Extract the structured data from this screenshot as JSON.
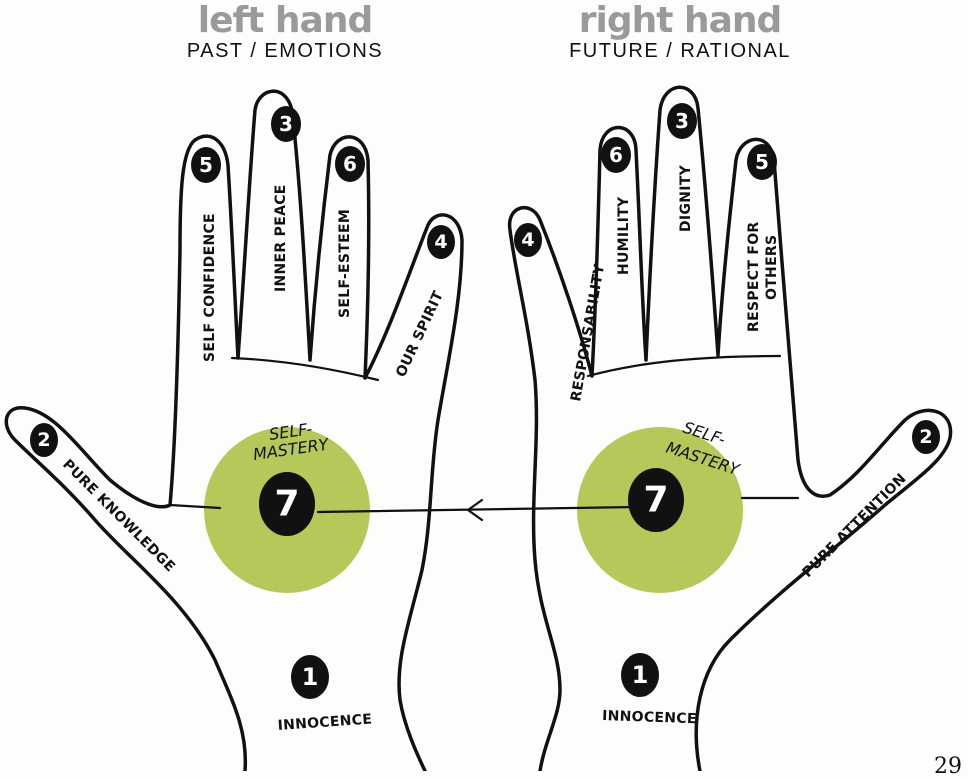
{
  "left": {
    "title": "left hand",
    "subtitle": "PAST / EMOTIONS",
    "fingers": {
      "thumb": {
        "number": "2",
        "label": "PURE KNOWLEDGE"
      },
      "index": {
        "number": "4",
        "label": "OUR SPIRIT"
      },
      "middle": {
        "number": "3",
        "label": "INNER PEACE"
      },
      "ring": {
        "number": "6",
        "label": "SELF-ESTEEM"
      },
      "little": {
        "number": "5",
        "label": "SELF CONFIDENCE"
      }
    },
    "palm": {
      "number": "7",
      "label_line1": "SELF-",
      "label_line2": "MASTERY"
    },
    "base": {
      "number": "1",
      "label": "INNOCENCE"
    }
  },
  "right": {
    "title": "right hand",
    "subtitle": "FUTURE / RATIONAL",
    "fingers": {
      "thumb": {
        "number": "2",
        "label": "PURE ATTENTION"
      },
      "index": {
        "number": "4",
        "label": "RESPONSABILITY"
      },
      "middle": {
        "number": "3",
        "label": "DIGNITY"
      },
      "ring": {
        "number": "6",
        "label": "HUMILITY"
      },
      "little": {
        "number": "5",
        "label_line1": "RESPECT FOR",
        "label_line2": "OTHERS"
      }
    },
    "palm": {
      "number": "7",
      "label_line1": "SELF-",
      "label_line2": "MASTERY"
    },
    "base": {
      "number": "1",
      "label": "INNOCENCE"
    }
  },
  "page_number": "29",
  "colors": {
    "palm_circle": "#b5c95a",
    "badge": "#111111",
    "title_gray": "#9a9a9a"
  }
}
